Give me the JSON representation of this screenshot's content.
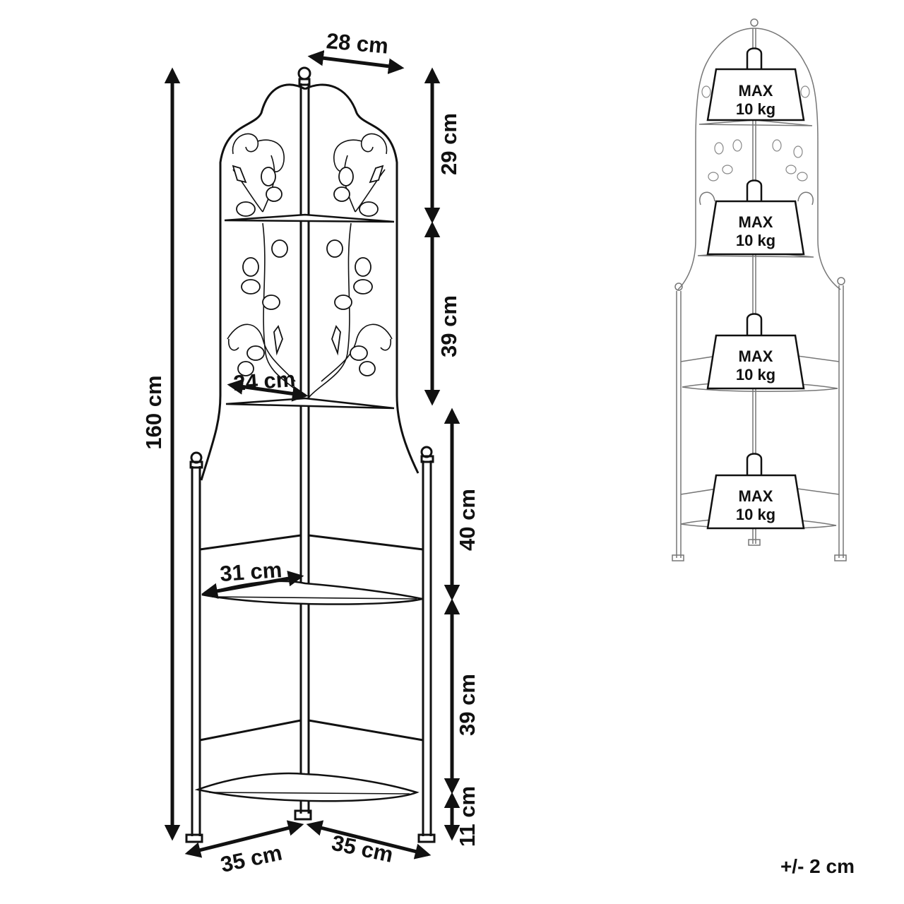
{
  "dimensions": {
    "top_width": "28 cm",
    "top_section_height": "29 cm",
    "second_section_height": "39 cm",
    "total_height": "160 cm",
    "upper_shelf_depth": "24 cm",
    "third_section_height": "40 cm",
    "lower_shelf_depth": "31 cm",
    "fourth_section_height": "39 cm",
    "foot_height": "11 cm",
    "base_left_width": "35 cm",
    "base_right_width": "35 cm"
  },
  "load_labels": [
    {
      "line1": "MAX",
      "line2": "10 kg"
    },
    {
      "line1": "MAX",
      "line2": "10 kg"
    },
    {
      "line1": "MAX",
      "line2": "10 kg"
    },
    {
      "line1": "MAX",
      "line2": "10 kg"
    }
  ],
  "tolerance": "+/- 2 cm"
}
